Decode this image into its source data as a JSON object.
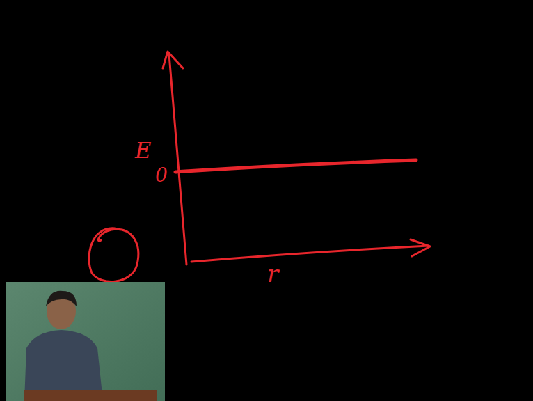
{
  "diagram": {
    "labels": [
      "E",
      "0",
      "r"
    ]
  }
}
